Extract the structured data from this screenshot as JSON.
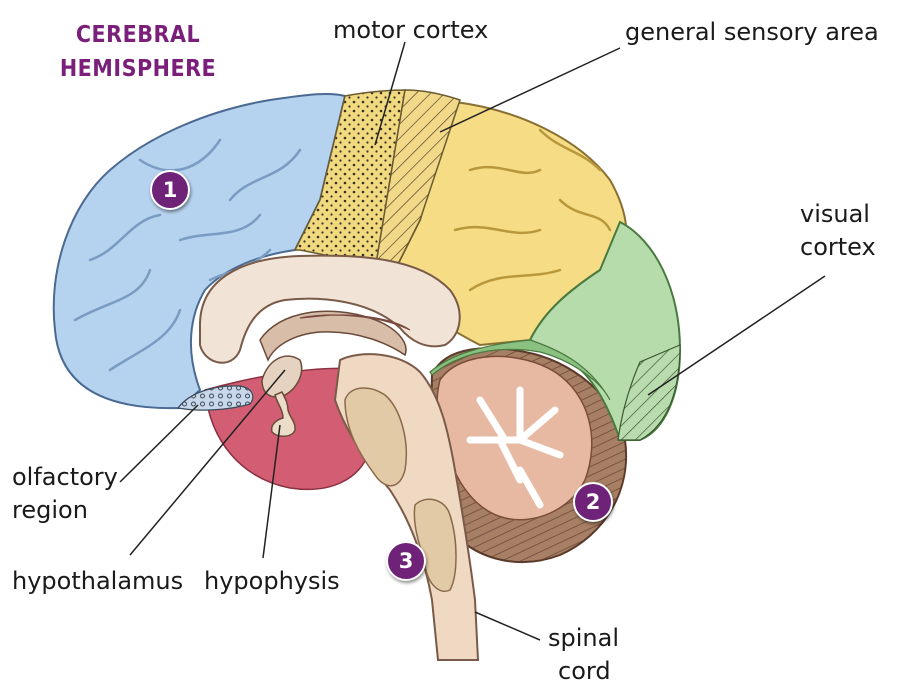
{
  "title_line1": "CEREBRAL",
  "title_line2": "HEMISPHERE",
  "labels": {
    "motor_cortex": "motor cortex",
    "general_sensory": "general sensory area",
    "visual_1": "visual",
    "visual_2": "cortex",
    "olfactory_1": "olfactory",
    "olfactory_2": "region",
    "hypothalamus": "hypothalamus",
    "hypophysis": "hypophysis",
    "spinal_1": "spinal",
    "spinal_2": "cord"
  },
  "badges": {
    "b1": "1",
    "b2": "2",
    "b3": "3"
  },
  "colors": {
    "title": "#7a1f7a",
    "badge": "#6e2379",
    "frontal_blue": "#b4d2ee",
    "parietal_yellow": "#f4dc86",
    "occipital_green": "#b4dcaa",
    "cerebellum": "#a9826a",
    "brainstem": "#ecd7c2",
    "pink_region": "#d25f74"
  }
}
